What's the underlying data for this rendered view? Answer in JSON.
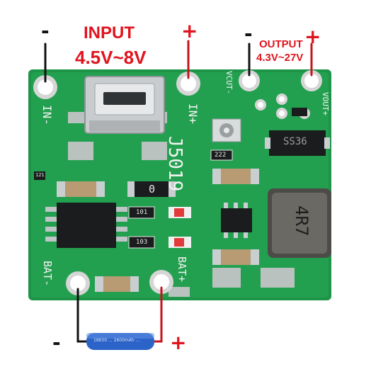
{
  "input": {
    "title": "INPUT",
    "range": "4.5V~8V",
    "minus": "-",
    "plus": "+"
  },
  "output": {
    "title": "OUTPUT",
    "range": "4.3V~27V",
    "minus": "-",
    "plus": "+"
  },
  "battery": {
    "minus": "-",
    "plus": "+",
    "print": "18650 ...  2600mAh  ..."
  },
  "board": {
    "model": "J5019",
    "in_minus": "IN-",
    "in_plus": "IN+",
    "bat_minus": "BAT-",
    "bat_plus": "BAT+",
    "vcut": "VCUT-",
    "vout": "VOUT+",
    "inductor": "4R7",
    "diode": "SS36",
    "res_0": "0",
    "res_222": "222",
    "res_101": "101",
    "res_103": "103",
    "res_121": "121"
  },
  "colors": {
    "pcb": "#1f9a4a",
    "pcb_dark": "#157a39",
    "annotation": "#e0141e",
    "wire": "#111111",
    "wire_red": "#c4141c"
  }
}
